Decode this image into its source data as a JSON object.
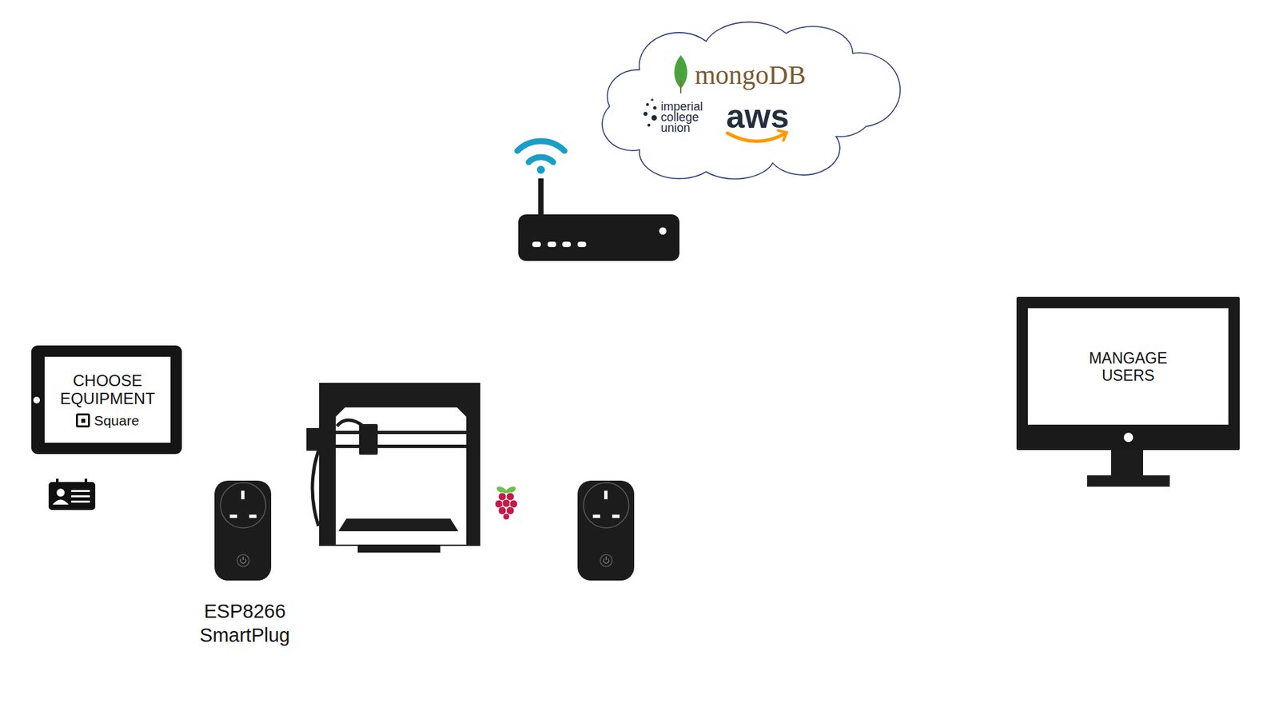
{
  "diagram": {
    "nodes": [
      {
        "text": [
          "mongoDB",
          "imperial college union",
          "aws"
        ]
      },
      {
        "text": [
          "CHOOSE EQUIPMENT",
          "Square"
        ]
      },
      {
        "text": [
          "ESP8266 SmartPlug"
        ]
      },
      {
        "text": [
          "MANGAGE USERS"
        ]
      }
    ]
  }
}
